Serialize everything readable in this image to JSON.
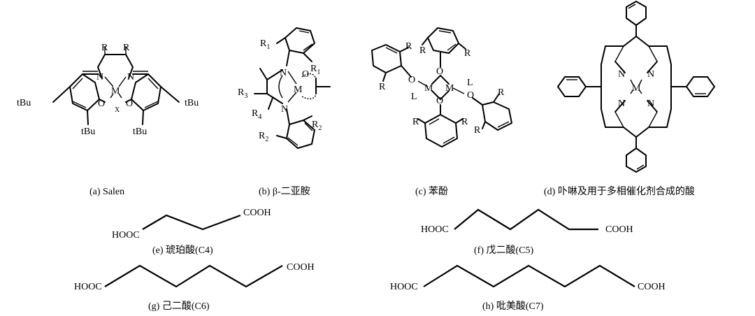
{
  "captions": {
    "a": "(a) Salen",
    "b": "(b) β-二亚胺",
    "c": "(c) 苯酚",
    "d": "(d) 卟啉及用于多相催化剂合成的酸",
    "e": "(e) 琥珀酸(C4)",
    "f": "(f) 戊二酸(C5)",
    "g": "(g) 己二酸(C6)",
    "h": "(h) 吡美酸(C7)"
  },
  "labels": {
    "R": "R",
    "N": "N",
    "M": "M",
    "O": "O",
    "X": "X",
    "L": "L",
    "tBu": "tBu",
    "R1": "R",
    "R2": "R",
    "R3": "R",
    "R4": "R",
    "sub1": "1",
    "sub2": "2",
    "sub3": "3",
    "sub4": "4",
    "HOOC": "HOOC",
    "COOH": "COOH"
  }
}
